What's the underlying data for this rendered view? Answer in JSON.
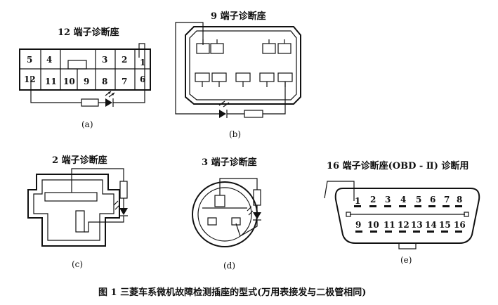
{
  "figure_caption": "图 1   三菱车系微机故障检测插座的型式(万用表接发与二极管相同)",
  "panels": {
    "a": {
      "title": "12 端子诊断座",
      "label": "(a)",
      "pins_top": [
        "5",
        "4",
        "3",
        "2",
        "1"
      ],
      "pins_bottom": [
        "12",
        "11",
        "10",
        "9",
        "8",
        "7",
        "6"
      ]
    },
    "b": {
      "title": "9 端子诊断座",
      "label": "(b)"
    },
    "c": {
      "title": "2 端子诊断座",
      "label": "(c)"
    },
    "d": {
      "title": "3 端子诊断座",
      "label": "(d)"
    },
    "e": {
      "title": "16 端子诊断座(OBD - Ⅱ) 诊断用",
      "label": "(e)",
      "pins_top": [
        "1",
        "2",
        "3",
        "4",
        "5",
        "6",
        "7",
        "8"
      ],
      "pins_bottom": [
        "9",
        "10",
        "11",
        "12",
        "13",
        "14",
        "15",
        "16"
      ]
    }
  }
}
